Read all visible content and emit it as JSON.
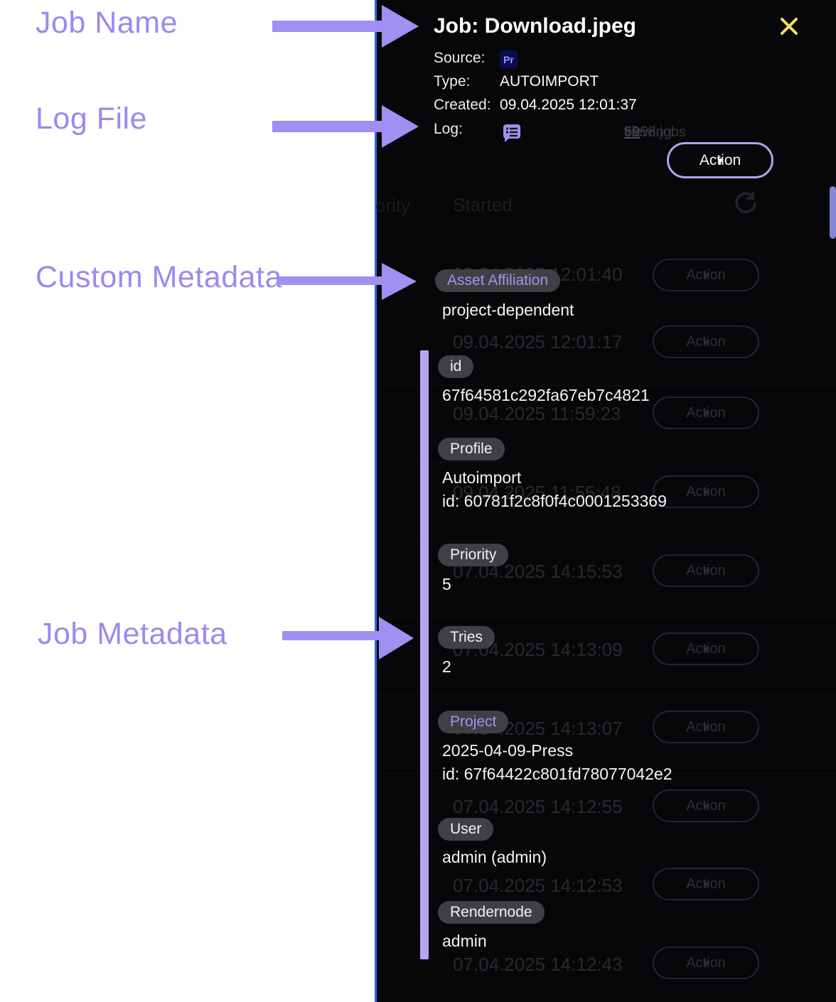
{
  "annotations": {
    "labels": [
      {
        "text": "Job Name"
      },
      {
        "text": "Log File"
      },
      {
        "text": "Custom Metadata"
      },
      {
        "text": "Job Metadata"
      }
    ],
    "arrow_color": "#a18ff1",
    "label_color": "#9a8aee"
  },
  "panel": {
    "title": "Job: Download.jpeg",
    "close_label": "close",
    "accent_border_color": "#2e6ae6",
    "close_color": "#f2e05e",
    "fields": [
      {
        "label": "Source:",
        "value": "",
        "icon": "premiere-pro"
      },
      {
        "label": "Type:",
        "value": "AUTOIMPORT"
      },
      {
        "label": "Created:",
        "value": "09.04.2025 12:01:37"
      },
      {
        "label": "Log:",
        "value": "",
        "icon": "log-file"
      }
    ],
    "premiere_icon_text": "Pr",
    "viewing": {
      "prefix": "viewing ",
      "link": "59",
      "suffix": " of 58 jobs"
    },
    "action_button_label": "Action",
    "caret": "▼",
    "table": {
      "headers": [
        "ority",
        "Started"
      ],
      "rows": [
        {
          "started": "09.04.2025 12:01:40",
          "action": "Action"
        },
        {
          "started": "09.04.2025 12:01:17",
          "action": "Action"
        },
        {
          "started": "09.04.2025 11:59:23",
          "action": "Action"
        },
        {
          "started": "09.04.2025 11:55:48",
          "action": "Action"
        },
        {
          "started": "07.04.2025 14:15:53",
          "action": "Action"
        },
        {
          "started": "07.04.2025 14:13:09",
          "action": "Action"
        },
        {
          "started": "07.04.2025 14:13:07",
          "action": "Action"
        },
        {
          "started": "07.04.2025 14:12:55",
          "action": "Action"
        },
        {
          "started": "07.04.2025 14:12:53",
          "action": "Action"
        },
        {
          "started": "07.04.2025 14:12:43",
          "action": "Action"
        }
      ]
    },
    "metadata": [
      {
        "badge": "Asset Affiliation",
        "style": "purple",
        "values": [
          "project-dependent"
        ]
      },
      {
        "badge": "id",
        "style": "plain",
        "values": [
          "67f64581c292fa67eb7c4821"
        ]
      },
      {
        "badge": "Profile",
        "style": "plain",
        "values": [
          "Autoimport",
          "id: 60781f2c8f0f4c0001253369"
        ]
      },
      {
        "badge": "Priority",
        "style": "plain",
        "values": [
          "5"
        ]
      },
      {
        "badge": "Tries",
        "style": "plain",
        "values": [
          "2"
        ]
      },
      {
        "badge": "Project",
        "style": "purple",
        "values": [
          "2025-04-09-Press",
          "id: 67f64422c801fd78077042e2"
        ]
      },
      {
        "badge": "User",
        "style": "plain",
        "values": [
          "admin (admin)"
        ]
      },
      {
        "badge": "Rendernode",
        "style": "plain",
        "values": [
          "admin"
        ]
      }
    ]
  }
}
